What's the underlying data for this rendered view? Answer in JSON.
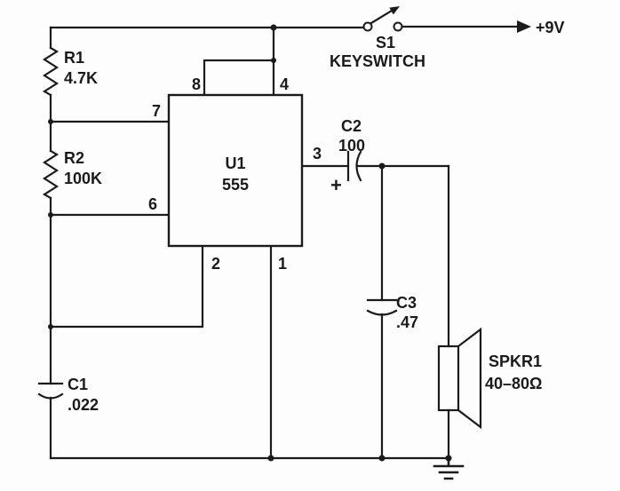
{
  "schematic": {
    "power_label": "+9V",
    "switch": {
      "ref": "S1",
      "name": "KEYSWITCH"
    },
    "ic": {
      "ref": "U1",
      "part": "555",
      "pin1": "1",
      "pin2": "2",
      "pin3": "3",
      "pin4": "4",
      "pin6": "6",
      "pin7": "7",
      "pin8": "8"
    },
    "r1": {
      "ref": "R1",
      "value": "4.7K"
    },
    "r2": {
      "ref": "R2",
      "value": "100K"
    },
    "c1": {
      "ref": "C1",
      "value": ".022"
    },
    "c2": {
      "ref": "C2",
      "value": "100",
      "polarity": "+"
    },
    "c3": {
      "ref": "C3",
      "value": ".47"
    },
    "speaker": {
      "ref": "SPKR1",
      "value": "40–80Ω"
    }
  }
}
